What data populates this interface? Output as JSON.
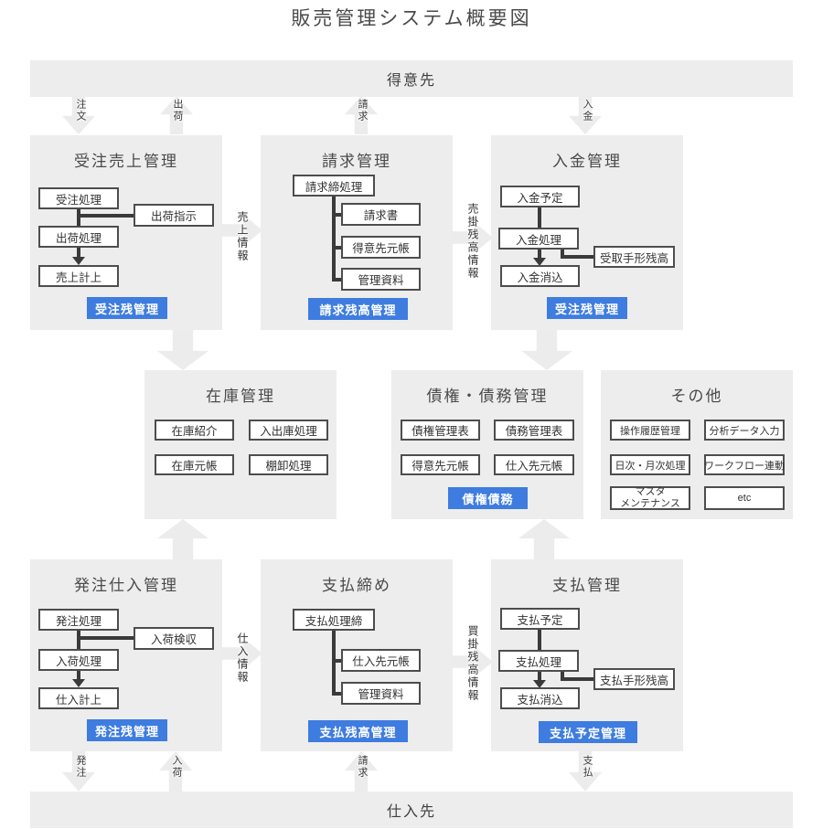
{
  "title": "販売管理システム概要図",
  "colors": {
    "accent": "#3e7ce0",
    "panel": "#ededed",
    "arrow": "#ececec",
    "line": "#3a3a3a",
    "border": "#4d4d4d"
  },
  "top_band": {
    "label": "得意先"
  },
  "bottom_band": {
    "label": "仕入先"
  },
  "top_flows": [
    {
      "label": "注文",
      "dir": "down"
    },
    {
      "label": "出荷",
      "dir": "up"
    },
    {
      "label": "請求",
      "dir": "up"
    },
    {
      "label": "入金",
      "dir": "down"
    }
  ],
  "bottom_flows": [
    {
      "label": "発注",
      "dir": "down"
    },
    {
      "label": "入荷",
      "dir": "up"
    },
    {
      "label": "請求",
      "dir": "up"
    },
    {
      "label": "支払",
      "dir": "down"
    }
  ],
  "info_flows": {
    "sales": "売上情報",
    "receivable": "売掛残高情報",
    "purchase": "仕入情報",
    "payable": "買掛残高情報"
  },
  "panels": {
    "order_sales": {
      "title": "受注売上管理",
      "b1": "受注処理",
      "side": "出荷指示",
      "b2": "出荷処理",
      "b3": "売上計上",
      "badge": "受注残管理"
    },
    "billing": {
      "title": "請求管理",
      "head": "請求締処理",
      "c1": "請求書",
      "c2": "得意先元帳",
      "c3": "管理資料",
      "badge": "請求残高管理"
    },
    "deposit": {
      "title": "入金管理",
      "b1": "入金予定",
      "b2": "入金処理",
      "side": "受取手形残高",
      "b3": "入金消込",
      "badge": "受注残管理"
    },
    "inventory": {
      "title": "在庫管理",
      "c1": "在庫紹介",
      "c2": "入出庫処理",
      "c3": "在庫元帳",
      "c4": "棚卸処理"
    },
    "credit_debt": {
      "title": "債権・債務管理",
      "c1": "債権管理表",
      "c2": "債務管理表",
      "c3": "得意先元帳",
      "c4": "仕入先元帳",
      "badge": "債権債務"
    },
    "others": {
      "title": "その他",
      "c1": "操作履歴管理",
      "c2": "分析データ入力",
      "c3": "日次・月次処理",
      "c4": "ワークフロー連動",
      "c5": "マスタ\nメンテナンス",
      "c6": "etc"
    },
    "purchase": {
      "title": "発注仕入管理",
      "b1": "発注処理",
      "side": "入荷検収",
      "b2": "入荷処理",
      "b3": "仕入計上",
      "badge": "発注残管理"
    },
    "pay_close": {
      "title": "支払締め",
      "head": "支払処理締",
      "c1": "仕入先元帳",
      "c2": "管理資料",
      "badge": "支払残高管理"
    },
    "payment": {
      "title": "支払管理",
      "b1": "支払予定",
      "b2": "支払処理",
      "side": "支払手形残高",
      "b3": "支払消込",
      "badge": "支払予定管理"
    }
  }
}
